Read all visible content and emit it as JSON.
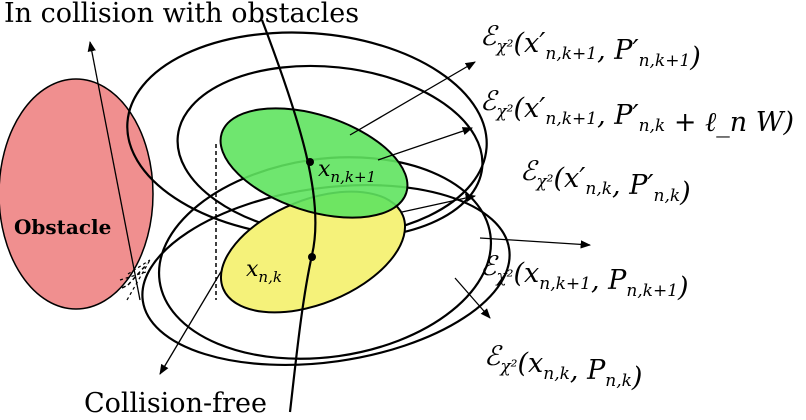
{
  "labels": {
    "top_caption": "In collision with obstacles",
    "bottom_caption": "Collision-free",
    "obstacle": "Obstacle",
    "point_next": "x_{n,k+1}",
    "point_current": "x_{n,k}"
  },
  "equations": [
    "ℰ_{χ²}(x′_{n,k+1}, P′_{n,k+1})",
    "ℰ_{χ²}(x′_{n,k+1}, P′_{n,k} + ℓ_n W)",
    "ℰ_{χ²}(x′_{n,k}, P′_{n,k})",
    "ℰ_{χ²}(x_{n,k+1}, P_{n,k+1})",
    "ℰ_{χ²}(x_{n,k}, P_{n,k})"
  ],
  "colors": {
    "obstacle_fill": "#f08f8f",
    "green_fill": "#5fe35f",
    "yellow_fill": "#f5f27a",
    "stroke": "#000000"
  }
}
